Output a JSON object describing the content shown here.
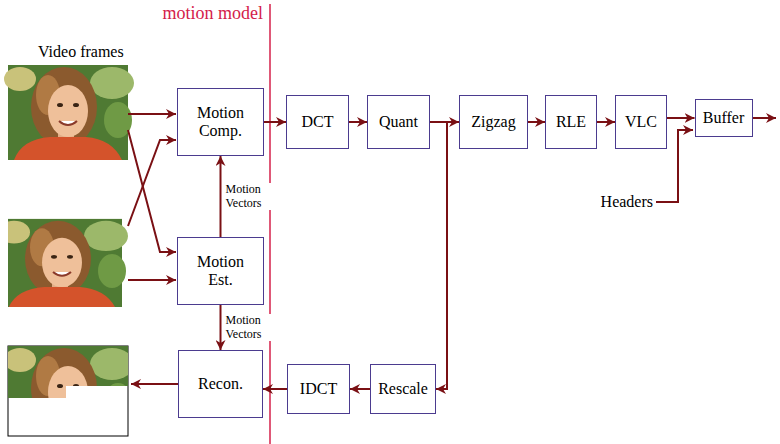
{
  "diagram": {
    "nodes": [
      {
        "text": [
          "Motion Comp."
        ]
      },
      {
        "text": [
          "DCT"
        ]
      },
      {
        "text": [
          "Quant"
        ]
      },
      {
        "text": [
          "Zigzag"
        ]
      },
      {
        "text": [
          "RLE"
        ]
      },
      {
        "text": [
          "VLC"
        ]
      },
      {
        "text": [
          "Buffer"
        ]
      },
      {
        "text": [
          "Motion Est."
        ]
      },
      {
        "text": [
          "Recon."
        ]
      },
      {
        "text": [
          "IDCT"
        ]
      },
      {
        "text": [
          "Rescale"
        ]
      }
    ],
    "edges": [
      {
        "from": 0,
        "to": 1,
        "arrow": "to"
      },
      {
        "from": 1,
        "to": 2,
        "arrow": "to"
      },
      {
        "from": 2,
        "to": 3,
        "arrow": "to"
      },
      {
        "from": 3,
        "to": 4,
        "arrow": "to"
      },
      {
        "from": 4,
        "to": 5,
        "arrow": "to"
      },
      {
        "from": 5,
        "to": 6,
        "arrow": "to"
      },
      {
        "from": 7,
        "to": 0,
        "label": "Motion Vectors",
        "arrow": "to"
      },
      {
        "from": 7,
        "to": 8,
        "label": "Motion Vectors",
        "arrow": "to"
      },
      {
        "from": 2,
        "to": 10,
        "arrow": "to"
      },
      {
        "from": 10,
        "to": 9,
        "arrow": "to"
      },
      {
        "from": 9,
        "to": 8,
        "arrow": "to"
      }
    ],
    "labels": [
      "motion model",
      "Video frames",
      "Headers"
    ]
  }
}
